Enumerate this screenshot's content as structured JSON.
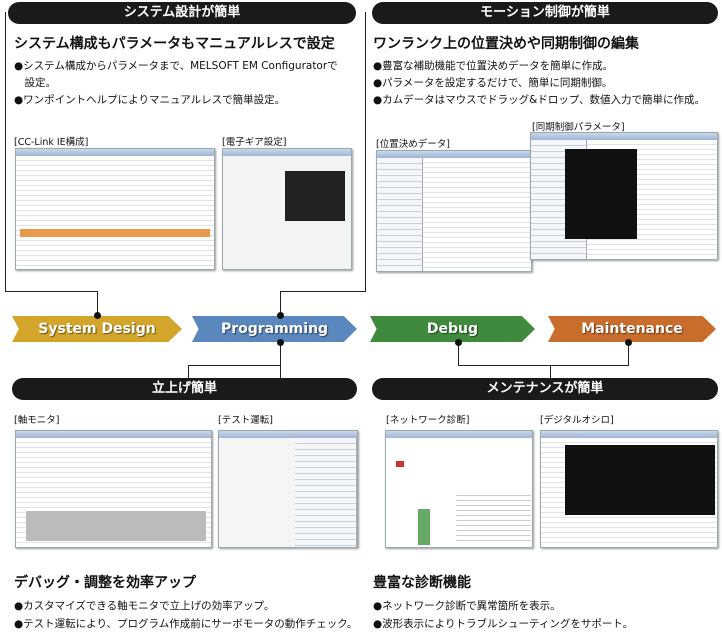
{
  "sections": {
    "system": {
      "title": "システム設計が簡単",
      "heading": "システム構成もパラメータもマニュアルレスで設定",
      "bullets": [
        "●システム構成からパラメータまで、MELSOFT EM Configuratorで",
        "　設定。",
        "●ワンポイントヘルプによりマニュアルレスで簡単設定。"
      ],
      "shots": [
        "[CC-Link IE構成]",
        "[電子ギア設定]"
      ]
    },
    "motion": {
      "title": "モーション制御が簡単",
      "heading": "ワンランク上の位置決めや同期制御の編集",
      "bullets": [
        "●豊富な補助機能で位置決めデータを簡単に作成。",
        "●パラメータを設定するだけで、簡単に同期制御。",
        "●カムデータはマウスでドラッグ&ドロップ、数値入力で簡単に作成。"
      ],
      "shots": [
        "[位置決めデータ]",
        "[同期制御パラメータ]"
      ]
    },
    "startup": {
      "title": "立上げ簡単",
      "heading": "デバッグ・調整を効率アップ",
      "bullets": [
        "●カスタマイズできる軸モニタで立上げの効率アップ。",
        "●テスト運転により、プログラム作成前にサーボモータの動作チェック。"
      ],
      "shots": [
        "[軸モニタ]",
        "[テスト運転]"
      ]
    },
    "maintenance": {
      "title": "メンテナンスが簡単",
      "heading": "豊富な診断機能",
      "bullets": [
        "●ネットワーク診断で異常箇所を表示。",
        "●波形表示によりトラブルシューティングをサポート。"
      ],
      "shots": [
        "[ネットワーク診断]",
        "[デジタルオシロ]"
      ]
    }
  },
  "phases": [
    {
      "label": "System Design",
      "color": "#d3a52a"
    },
    {
      "label": "Programming",
      "color": "#5a87bd"
    },
    {
      "label": "Debug",
      "color": "#3f8a3c"
    },
    {
      "label": "Maintenance",
      "color": "#c96d2c"
    }
  ]
}
